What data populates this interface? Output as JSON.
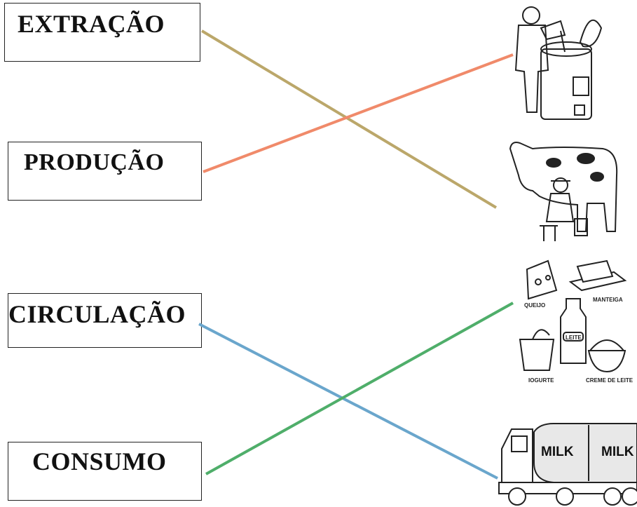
{
  "terms": {
    "extracao": "EXTRAÇÃO",
    "producao": "PRODUÇÃO",
    "circulacao": "CIRCULAÇÃO",
    "consumo": "CONSUMO"
  },
  "pictures": {
    "dairy_products": {
      "queijo": "QUEIJO",
      "manteiga": "MANTEIGA",
      "leite": "LEITE",
      "iogurte": "IOGURTE",
      "creme_de_leite": "CREME DE LEITE"
    },
    "tanker": {
      "label_left": "MILK",
      "label_right": "MILK"
    }
  },
  "connectors": {
    "extracao_color": "#bba76a",
    "producao_color": "#f08a6a",
    "circulacao_color": "#6aa6cc",
    "consumo_color": "#4fae6a"
  }
}
